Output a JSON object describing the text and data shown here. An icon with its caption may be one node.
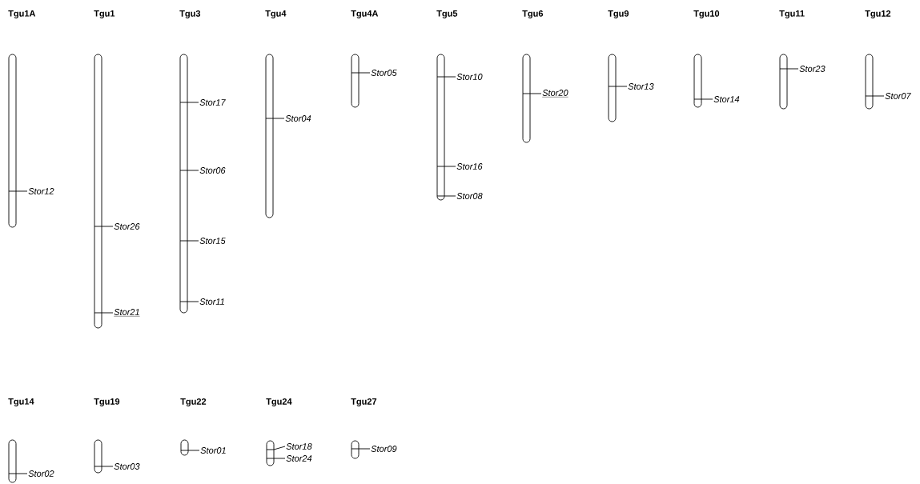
{
  "diagram": {
    "nodes": [
      {
        "text": [
          "Tgu1A"
        ]
      },
      {
        "text": [
          "Stor12"
        ]
      },
      {
        "text": [
          "Tgu1"
        ]
      },
      {
        "text": [
          "Stor26"
        ]
      },
      {
        "text": [
          "Stor21"
        ]
      },
      {
        "text": [
          "Tgu3"
        ]
      },
      {
        "text": [
          "Stor17"
        ]
      },
      {
        "text": [
          "Stor06"
        ]
      },
      {
        "text": [
          "Stor15"
        ]
      },
      {
        "text": [
          "Stor11"
        ]
      },
      {
        "text": [
          "Tgu4"
        ]
      },
      {
        "text": [
          "Stor04"
        ]
      },
      {
        "text": [
          "Tgu4A"
        ]
      },
      {
        "text": [
          "Stor05"
        ]
      },
      {
        "text": [
          "Tgu5"
        ]
      },
      {
        "text": [
          "Stor10"
        ]
      },
      {
        "text": [
          "Stor16"
        ]
      },
      {
        "text": [
          "Stor08"
        ]
      },
      {
        "text": [
          "Tgu6"
        ]
      },
      {
        "text": [
          "Stor20"
        ]
      },
      {
        "text": [
          "Tgu9"
        ]
      },
      {
        "text": [
          "Stor13"
        ]
      },
      {
        "text": [
          "Tgu10"
        ]
      },
      {
        "text": [
          "Stor14"
        ]
      },
      {
        "text": [
          "Tgu11"
        ]
      },
      {
        "text": [
          "Stor23"
        ]
      },
      {
        "text": [
          "Tgu12"
        ]
      },
      {
        "text": [
          "Stor07"
        ]
      },
      {
        "text": [
          "Tgu14"
        ]
      },
      {
        "text": [
          "Stor02"
        ]
      },
      {
        "text": [
          "Tgu19"
        ]
      },
      {
        "text": [
          "Stor03"
        ]
      },
      {
        "text": [
          "Tgu22"
        ]
      },
      {
        "text": [
          "Stor01"
        ]
      },
      {
        "text": [
          "Tgu24"
        ]
      },
      {
        "text": [
          "Stor18"
        ]
      },
      {
        "text": [
          "Stor24"
        ]
      },
      {
        "text": [
          "Tgu27"
        ]
      },
      {
        "text": [
          "Stor09"
        ]
      }
    ],
    "edges": [
      {
        "from": 1,
        "to": 0,
        "arrow": "none"
      },
      {
        "from": 3,
        "to": 2,
        "arrow": "none"
      },
      {
        "from": 4,
        "to": 2,
        "arrow": "none"
      },
      {
        "from": 6,
        "to": 5,
        "arrow": "none"
      },
      {
        "from": 7,
        "to": 5,
        "arrow": "none"
      },
      {
        "from": 8,
        "to": 5,
        "arrow": "none"
      },
      {
        "from": 9,
        "to": 5,
        "arrow": "none"
      },
      {
        "from": 11,
        "to": 10,
        "arrow": "none"
      },
      {
        "from": 13,
        "to": 12,
        "arrow": "none"
      },
      {
        "from": 15,
        "to": 14,
        "arrow": "none"
      },
      {
        "from": 16,
        "to": 14,
        "arrow": "none"
      },
      {
        "from": 17,
        "to": 14,
        "arrow": "none"
      },
      {
        "from": 19,
        "to": 18,
        "arrow": "none"
      },
      {
        "from": 21,
        "to": 20,
        "arrow": "none"
      },
      {
        "from": 23,
        "to": 22,
        "arrow": "none"
      },
      {
        "from": 25,
        "to": 24,
        "arrow": "none"
      },
      {
        "from": 27,
        "to": 26,
        "arrow": "none"
      },
      {
        "from": 29,
        "to": 28,
        "arrow": "none"
      },
      {
        "from": 31,
        "to": 30,
        "arrow": "none"
      },
      {
        "from": 33,
        "to": 32,
        "arrow": "none"
      },
      {
        "from": 35,
        "to": 34,
        "arrow": "none"
      },
      {
        "from": 36,
        "to": 34,
        "arrow": "none"
      },
      {
        "from": 38,
        "to": 37,
        "arrow": "none"
      }
    ]
  }
}
